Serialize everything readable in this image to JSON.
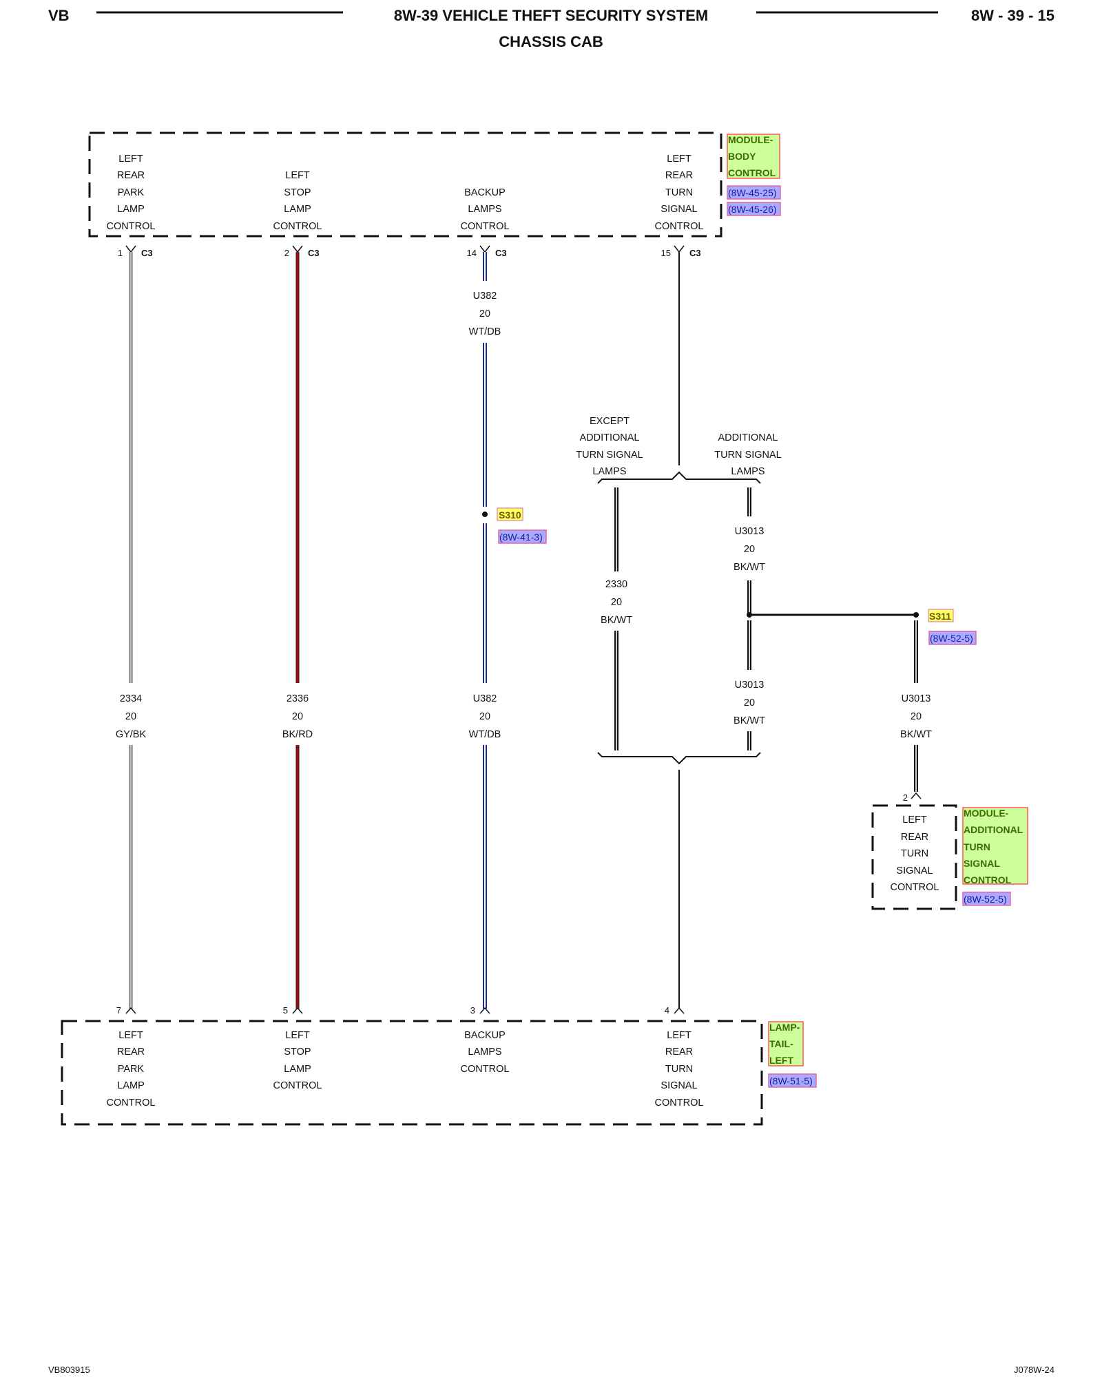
{
  "header": {
    "left": "VB",
    "title": "8W-39 VEHICLE THEFT SECURITY SYSTEM",
    "subtitle": "CHASSIS CAB",
    "page": "8W - 39 - 15"
  },
  "footer": {
    "left": "VB803915",
    "right": "J078W-24"
  },
  "colors": {
    "module_fill": "#ccff99",
    "module_border": "#ff5555",
    "module_text": "#3d6b00",
    "ref_fill": "#aaaaff",
    "ref_border": "#dd66aa",
    "ref_text": "#1a1aa0",
    "splice_fill": "#ffff66",
    "wire_gray": "#999999",
    "wire_red": "#cc0000",
    "wire_blue": "#1a2a99",
    "wire_black": "#111111"
  },
  "modules": {
    "body": {
      "name": [
        "MODULE-",
        "BODY",
        "CONTROL"
      ],
      "refs": [
        "(8W-45-25)",
        "(8W-45-26)"
      ],
      "functions": [
        [
          "LEFT",
          "REAR",
          "PARK",
          "LAMP",
          "CONTROL"
        ],
        [
          "LEFT",
          "STOP",
          "LAMP",
          "CONTROL"
        ],
        [
          "BACKUP",
          "LAMPS",
          "CONTROL"
        ],
        [
          "LEFT",
          "REAR",
          "TURN",
          "SIGNAL",
          "CONTROL"
        ]
      ],
      "pins": [
        "1",
        "2",
        "14",
        "15"
      ],
      "connector": "C3"
    },
    "lamp": {
      "name": [
        "LAMP-",
        "TAIL-",
        "LEFT"
      ],
      "refs": [
        "(8W-51-5)"
      ],
      "functions": [
        [
          "LEFT",
          "REAR",
          "PARK",
          "LAMP",
          "CONTROL"
        ],
        [
          "LEFT",
          "STOP",
          "LAMP",
          "CONTROL"
        ],
        [
          "BACKUP",
          "LAMPS",
          "CONTROL"
        ],
        [
          "LEFT",
          "REAR",
          "TURN",
          "SIGNAL",
          "CONTROL"
        ]
      ],
      "pins": [
        "7",
        "5",
        "3",
        "4"
      ]
    },
    "turn_signal": {
      "name": [
        "MODULE-",
        "ADDITIONAL",
        "TURN",
        "SIGNAL",
        "CONTROL"
      ],
      "refs": [
        "(8W-52-5)"
      ],
      "function": [
        "LEFT",
        "REAR",
        "TURN",
        "SIGNAL",
        "CONTROL"
      ],
      "pin": "2"
    }
  },
  "wires": {
    "w2334": [
      "2334",
      "20",
      "GY/BK"
    ],
    "w2336": [
      "2336",
      "20",
      "BK/RD"
    ],
    "u382_top": [
      "U382",
      "20",
      "WT/DB"
    ],
    "u382_bottom": [
      "U382",
      "20",
      "WT/DB"
    ],
    "w2330": [
      "2330",
      "20",
      "BK/WT"
    ],
    "u3013_a": [
      "U3013",
      "20",
      "BK/WT"
    ],
    "u3013_b": [
      "U3013",
      "20",
      "BK/WT"
    ],
    "u3013_c": [
      "U3013",
      "20",
      "BK/WT"
    ]
  },
  "options": {
    "except": [
      "EXCEPT",
      "ADDITIONAL",
      "TURN SIGNAL",
      "LAMPS"
    ],
    "additional": [
      "ADDITIONAL",
      "TURN SIGNAL",
      "LAMPS"
    ]
  },
  "splices": {
    "s310": {
      "name": "S310",
      "ref": "(8W-41-3)"
    },
    "s311": {
      "name": "S311",
      "ref": "(8W-52-5)"
    }
  }
}
